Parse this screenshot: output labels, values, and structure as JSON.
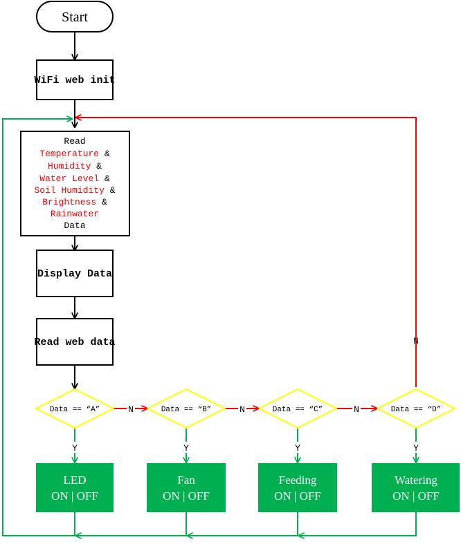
{
  "start": {
    "label": "Start"
  },
  "steps": {
    "wifi_init": "WiFi web init",
    "read_sensors": {
      "prefix": "Read",
      "items": [
        {
          "name": "Temperature",
          "suffix": " &"
        },
        {
          "name": "Humidity",
          "suffix": " &"
        },
        {
          "name": "Water Level",
          "suffix": " &"
        },
        {
          "name": "Soil Humidity",
          "suffix": " &"
        },
        {
          "name": "Brightness",
          "suffix": " &"
        },
        {
          "name": "Rainwater",
          "suffix": ""
        }
      ],
      "suffix": "Data"
    },
    "display": "Display Data",
    "read_web": "Read web data"
  },
  "decisions": [
    {
      "label": "Data ==  “A”"
    },
    {
      "label": "Data ==  “B”"
    },
    {
      "label": "Data ==  “C”"
    },
    {
      "label": "Data ==  “D”"
    }
  ],
  "actions": [
    {
      "title": "LED",
      "state": "ON | OFF"
    },
    {
      "title": "Fan",
      "state": "ON | OFF"
    },
    {
      "title": "Feeding",
      "state": "ON | OFF"
    },
    {
      "title": "Watering",
      "state": "ON | OFF"
    }
  ],
  "branch_labels": {
    "yes": "Y",
    "no": "N"
  },
  "colors": {
    "box_stroke": "#000000",
    "sensor_text": "#ff0000",
    "decision_stroke": "#ffff00",
    "action_fill": "#00b050",
    "action_text": "#ffffff",
    "no_arrow": "#ff0000",
    "yes_arrow": "#00b050",
    "main_arrow": "#000000"
  }
}
